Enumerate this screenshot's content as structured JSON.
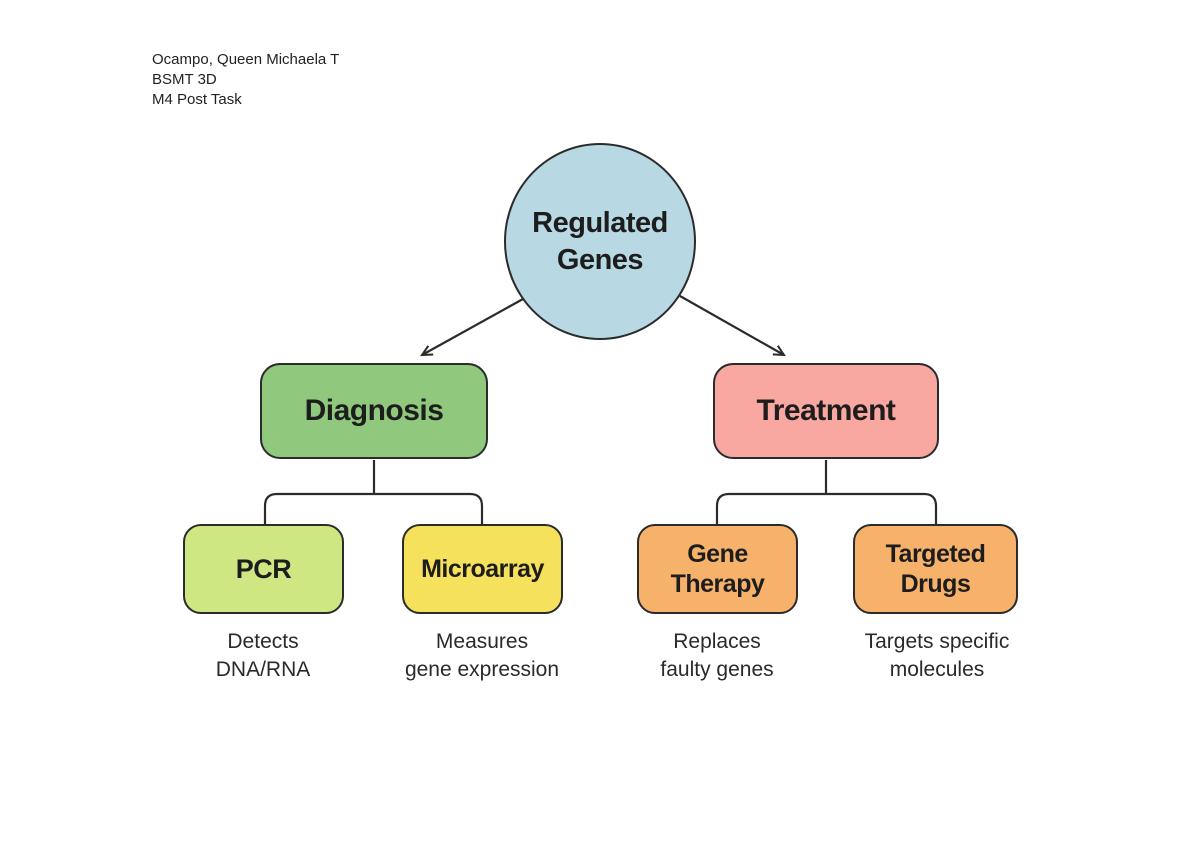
{
  "header": {
    "lines": [
      "Ocampo, Queen Michaela T",
      "BSMT 3D",
      "M4 Post Task"
    ]
  },
  "diagram": {
    "root": {
      "lines": [
        "Regulated",
        "Genes"
      ],
      "fill": "#b8d9e3"
    },
    "diagnosis": {
      "label": "Diagnosis",
      "fill": "#90c87d"
    },
    "treatment": {
      "label": "Treatment",
      "fill": "#f9a7a1"
    },
    "pcr": {
      "label": "PCR",
      "fill": "#cfe783",
      "caption": [
        "Detects",
        "DNA/RNA"
      ]
    },
    "microarray": {
      "label": "Microarray",
      "fill": "#f6e15c",
      "caption": [
        "Measures",
        "gene expression"
      ]
    },
    "gene_therapy": {
      "lines": [
        "Gene",
        "Therapy"
      ],
      "fill": "#f6b16a",
      "caption": [
        "Replaces",
        "faulty genes"
      ]
    },
    "targeted_drugs": {
      "lines": [
        "Targeted",
        "Drugs"
      ],
      "fill": "#f6b16a",
      "caption": [
        "Targets specific",
        "molecules"
      ]
    },
    "colors": {
      "outline": "#2b2b2b",
      "connector": "#2b2b2b",
      "text": "#1d1d1d"
    }
  }
}
